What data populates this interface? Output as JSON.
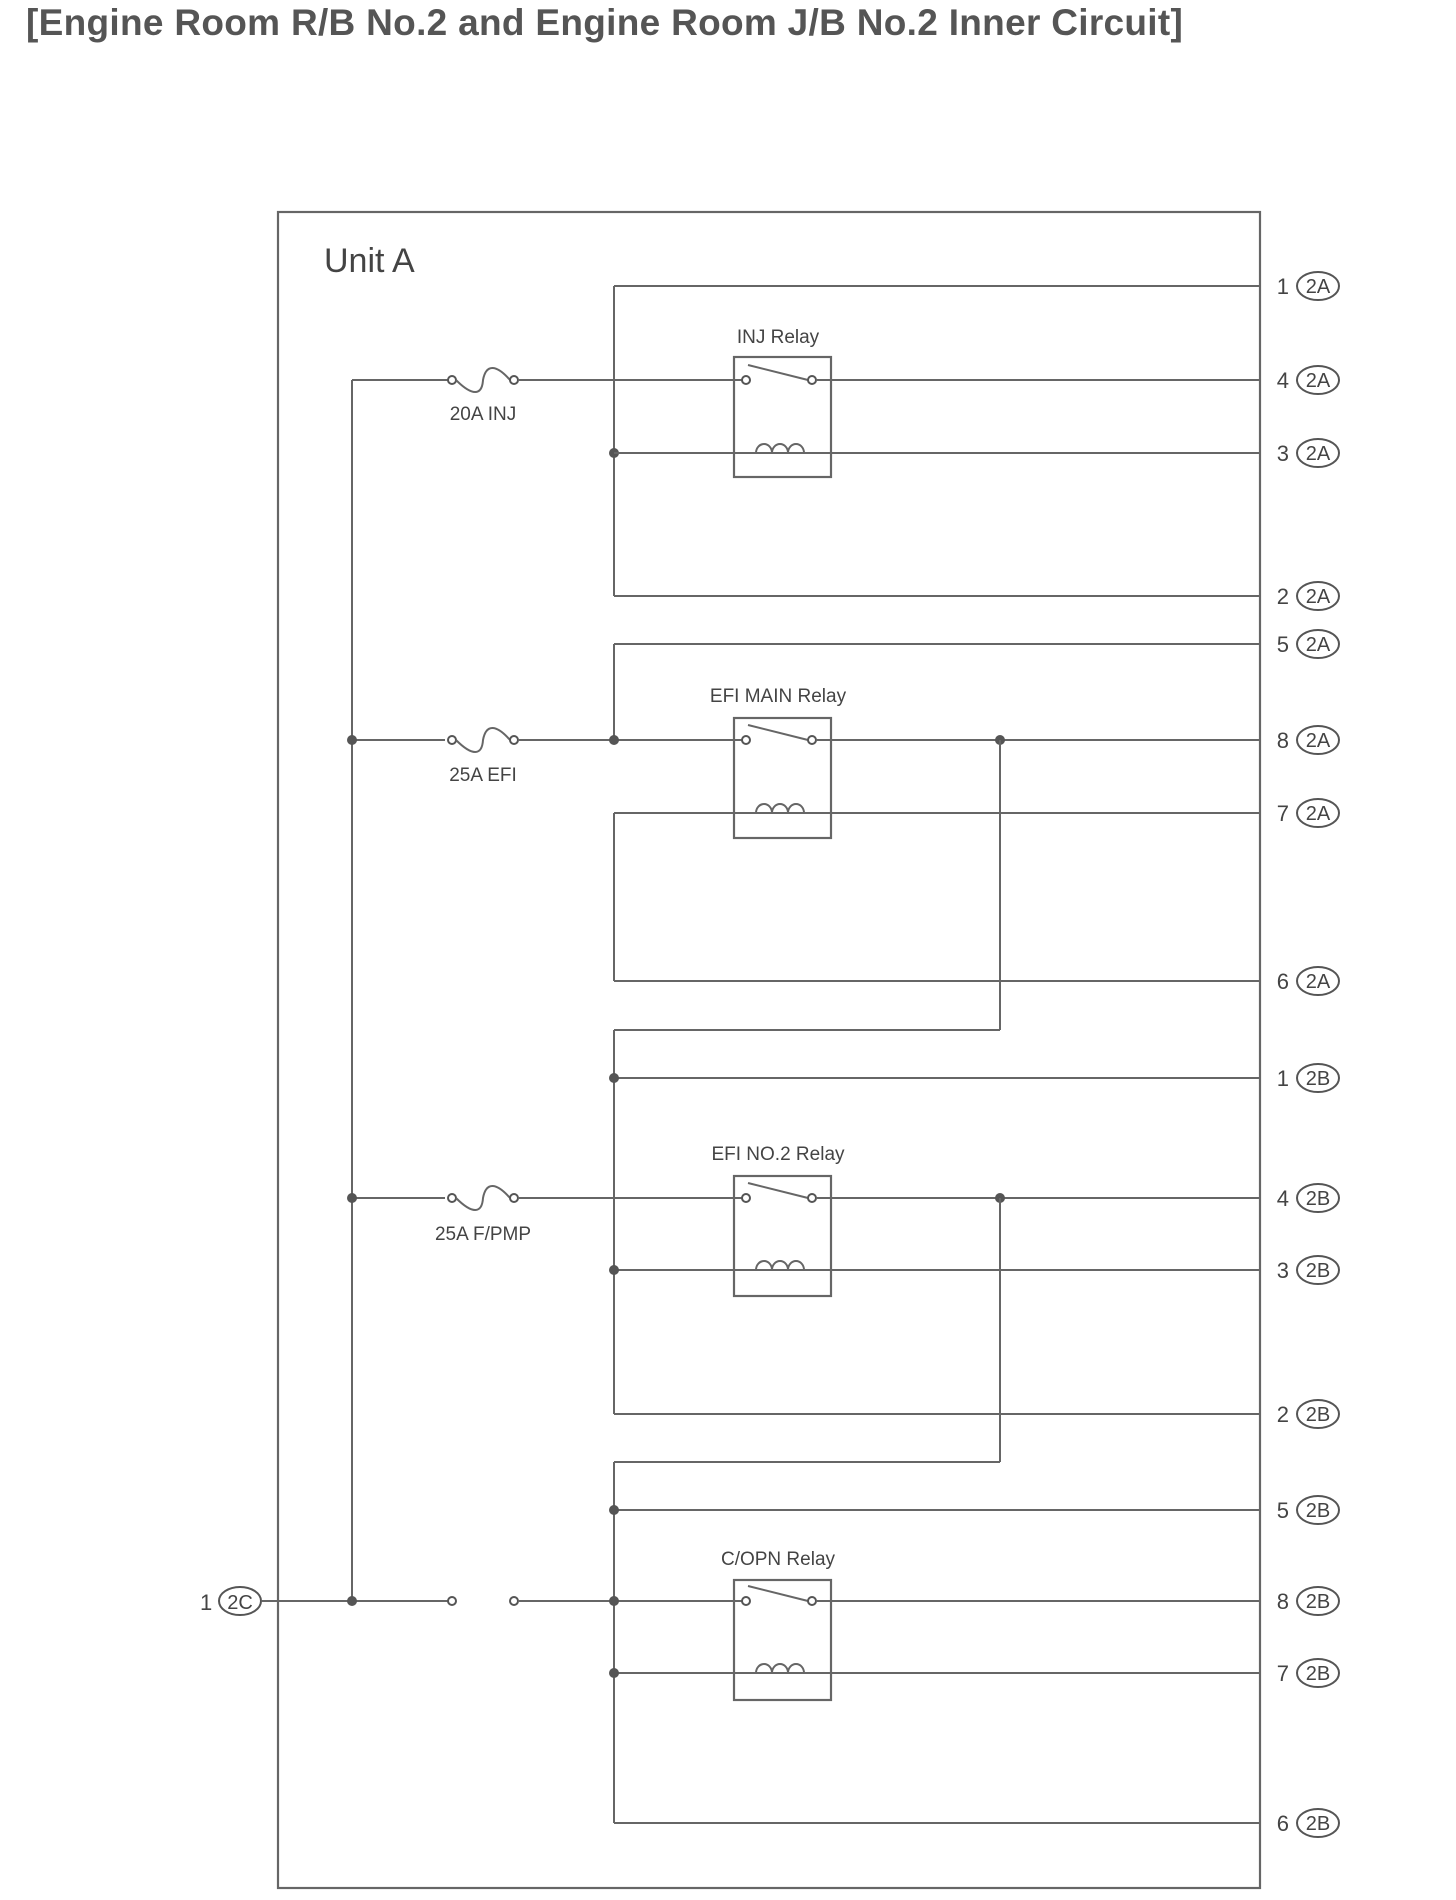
{
  "diagram": {
    "title": "[Engine Room R/B No.2 and Engine Room J/B No.2 Inner Circuit]",
    "unit_label": "Unit A",
    "relays": [
      {
        "name": "INJ Relay"
      },
      {
        "name": "EFI MAIN Relay"
      },
      {
        "name": "EFI NO.2 Relay"
      },
      {
        "name": "C/OPN Relay"
      }
    ],
    "fuses": [
      {
        "label": "20A INJ"
      },
      {
        "label": "25A EFI"
      },
      {
        "label": "25A F/PMP"
      }
    ],
    "terminals": [
      {
        "pin": "1",
        "connector": "2A"
      },
      {
        "pin": "4",
        "connector": "2A"
      },
      {
        "pin": "3",
        "connector": "2A"
      },
      {
        "pin": "2",
        "connector": "2A"
      },
      {
        "pin": "5",
        "connector": "2A"
      },
      {
        "pin": "8",
        "connector": "2A"
      },
      {
        "pin": "7",
        "connector": "2A"
      },
      {
        "pin": "6",
        "connector": "2A"
      },
      {
        "pin": "1",
        "connector": "2B"
      },
      {
        "pin": "4",
        "connector": "2B"
      },
      {
        "pin": "3",
        "connector": "2B"
      },
      {
        "pin": "2",
        "connector": "2B"
      },
      {
        "pin": "5",
        "connector": "2B"
      },
      {
        "pin": "8",
        "connector": "2B"
      },
      {
        "pin": "7",
        "connector": "2B"
      },
      {
        "pin": "6",
        "connector": "2B"
      }
    ],
    "input_terminal": {
      "pin": "1",
      "connector": "2C"
    }
  }
}
